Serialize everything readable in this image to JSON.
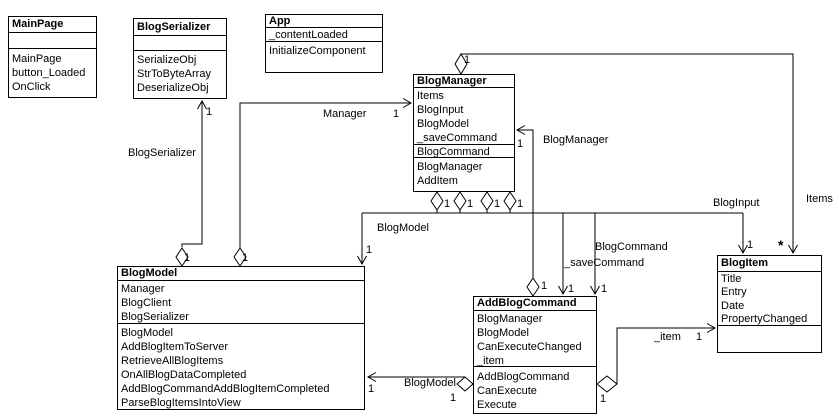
{
  "diagram": {
    "type": "uml-class-diagram",
    "classes": {
      "mainpage": {
        "title": "MainPage",
        "attributes": [],
        "methods": [
          "MainPage",
          "button_Loaded",
          "OnClick"
        ]
      },
      "blogserializer": {
        "title": "BlogSerializer",
        "attributes": [],
        "methods": [
          "SerializeObj",
          "StrToByteArray",
          "DeserializeObj"
        ]
      },
      "app": {
        "title": "App",
        "attributes": [
          "_contentLoaded"
        ],
        "methods": [
          "InitializeComponent"
        ]
      },
      "blogmanager": {
        "title": "BlogManager",
        "attributes": [
          "Items",
          "BlogInput",
          "BlogModel",
          "_saveCommand"
        ],
        "compartment2": [
          "BlogCommand"
        ],
        "methods": [
          "BlogManager",
          "AddItem"
        ]
      },
      "blogmodel": {
        "title": "BlogModel",
        "attributes": [
          "Manager",
          "BlogClient",
          "BlogSerializer"
        ],
        "methods": [
          "BlogModel",
          "AddBlogItemToServer",
          "RetrieveAllBlogItems",
          "OnAllBlogDataCompleted",
          "AddBlogCommandAddBlogItemCompleted",
          "ParseBlogItemsIntoView"
        ]
      },
      "addblogcommand": {
        "title": "AddBlogCommand",
        "attributes": [
          "BlogManager",
          "BlogModel",
          "CanExecuteChanged",
          "_item"
        ],
        "methods": [
          "AddBlogCommand",
          "CanExecute",
          "Execute"
        ]
      },
      "blogitem": {
        "title": "BlogItem",
        "attributes": [
          "Title",
          "Entry",
          "Date",
          "PropertyChanged"
        ],
        "methods": []
      }
    },
    "edges": {
      "serializer_ref": {
        "label": "BlogSerializer",
        "source_mult": "1",
        "target_mult": "1"
      },
      "manager_ref": {
        "label": "Manager",
        "source_mult": "1",
        "target_mult": "1"
      },
      "items_ref": {
        "label": "Items",
        "source_mult": "1",
        "target_mult": "*"
      },
      "blogmanager_ref": {
        "label": "BlogManager",
        "source_mult": "1",
        "target_mult": "1"
      },
      "blogmodel_ref": {
        "label": "BlogModel",
        "source_mult": "1",
        "target_mult": "1"
      },
      "bloginput_ref": {
        "label": "BlogInput",
        "source_mult": "1",
        "target_mult": "1"
      },
      "savecommand_ref": {
        "label": "_saveCommand",
        "source_mult": "1",
        "target_mult": "1"
      },
      "blogcommand_ref": {
        "label": "BlogCommand",
        "source_mult": "1",
        "target_mult": "1"
      },
      "blogmodel_ref2": {
        "label": "BlogModel",
        "source_mult": "1",
        "target_mult": "1"
      },
      "item_ref": {
        "label": "_item",
        "source_mult": "1",
        "target_mult": "1"
      }
    },
    "colors": {
      "line": "#000000",
      "background": "#ffffff",
      "box_fill": "#ffffff"
    }
  }
}
